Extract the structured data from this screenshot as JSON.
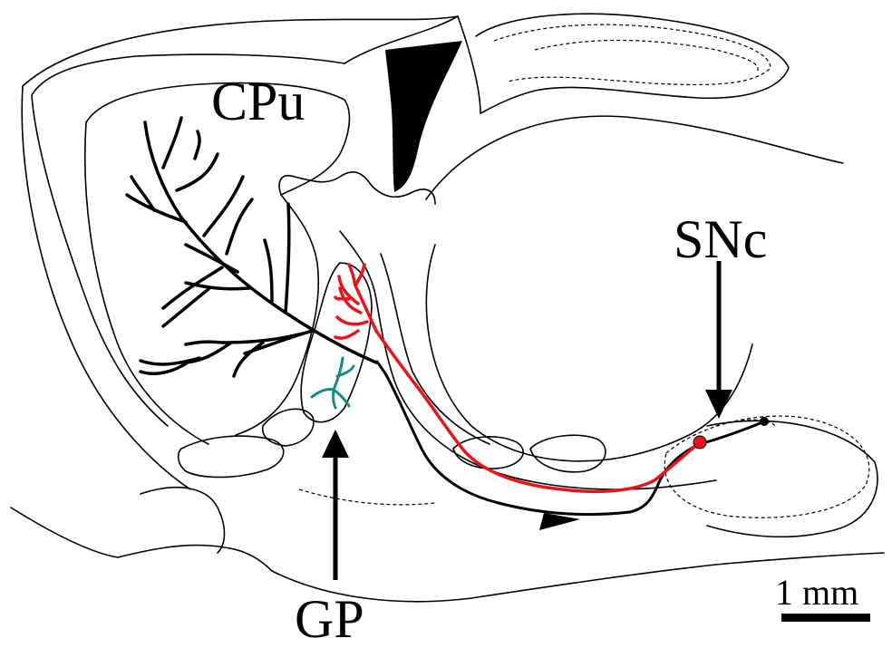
{
  "labels": {
    "cpu": "CPu",
    "snc": "SNc",
    "gp": "GP",
    "scale": "1 mm"
  },
  "colors": {
    "outline": "#000000",
    "snc_axon": "#e8141c",
    "gp_axon": "#1a8a86",
    "black_axon": "#000000",
    "background": "#ffffff"
  }
}
